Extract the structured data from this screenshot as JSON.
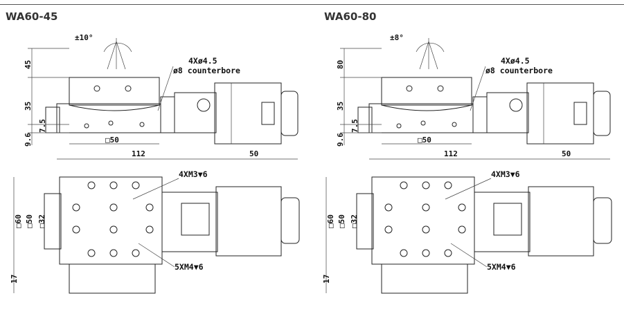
{
  "drawings": [
    {
      "model": "WA60-45",
      "angle": "±10°",
      "dims": {
        "top_height": "45",
        "mid_height": "35",
        "small_a": "7.5",
        "small_b": "9.6",
        "box_50": "□50",
        "length": "112",
        "motor_len": "50",
        "sq60": "□60",
        "sq50": "□50",
        "sq32": "□32",
        "base_h": "17"
      },
      "notes": {
        "holes_top": "4Xø4.5",
        "counterbore": "ø8 counterbore",
        "m3": "4XM3▼6",
        "m4": "5XM4▼6"
      }
    },
    {
      "model": "WA60-80",
      "angle": "±8°",
      "dims": {
        "top_height": "80",
        "mid_height": "35",
        "small_a": "7.5",
        "small_b": "9.6",
        "box_50": "□50",
        "length": "112",
        "motor_len": "50",
        "sq60": "□60",
        "sq50": "□50",
        "sq32": "□32",
        "base_h": "17"
      },
      "notes": {
        "holes_top": "4Xø4.5",
        "counterbore": "ø8 counterbore",
        "m3": "4XM3▼6",
        "m4": "5XM4▼6"
      }
    }
  ]
}
